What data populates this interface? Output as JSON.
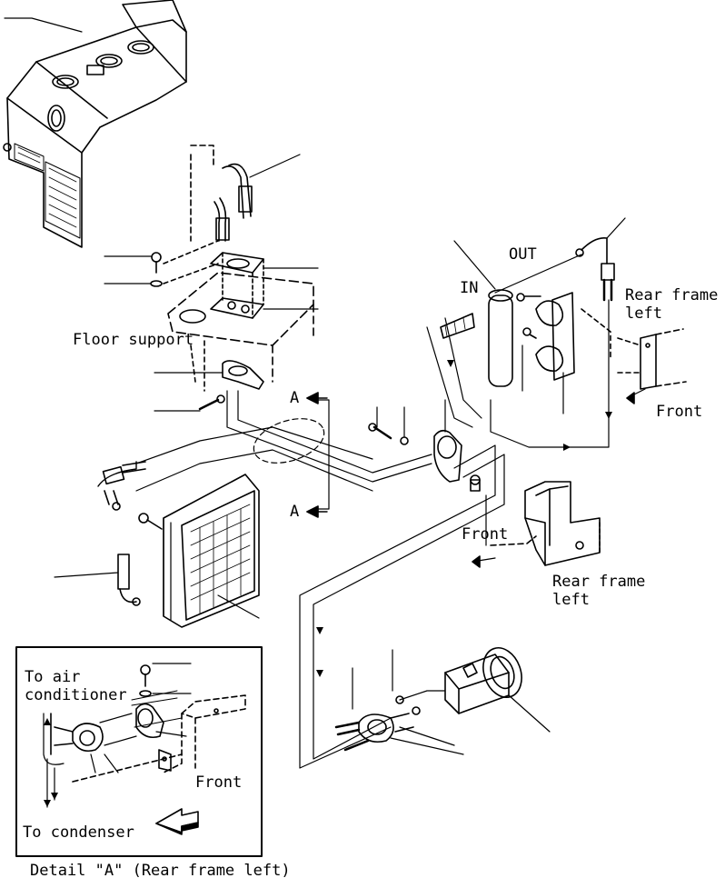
{
  "labels": {
    "floor_support": "Floor support",
    "out": "OUT",
    "in": "IN",
    "rear_frame_left_top": "Rear frame\nleft",
    "front_right": "Front",
    "a_upper": "A",
    "a_lower": "A",
    "front_center": "Front",
    "rear_frame_left_mid": "Rear frame\nleft",
    "to_air_conditioner": "To air\nconditioner",
    "front_detail": "Front",
    "to_condenser": "To condenser",
    "detail_caption": "Detail \"A\" (Rear frame left)"
  }
}
